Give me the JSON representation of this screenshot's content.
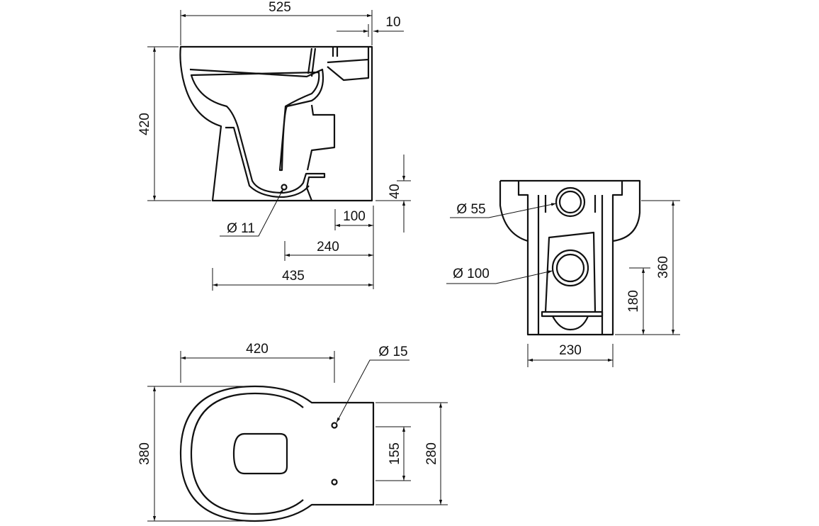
{
  "side_view": {
    "width_overall": "525",
    "rear_offset": "10",
    "height": "420",
    "outlet_height": "40",
    "outlet_dim_100": "100",
    "outlet_dim_240": "240",
    "base_length": "435",
    "hole_diameter": "Ø 11"
  },
  "rear_view": {
    "inlet_diameter": "Ø 55",
    "outlet_diameter": "Ø 100",
    "height": "360",
    "outlet_center_height": "180",
    "base_width": "230"
  },
  "top_view": {
    "length": "420",
    "width": "380",
    "fixing_hole_diameter": "Ø 15",
    "fixing_spacing": "155",
    "rear_width": "280"
  }
}
